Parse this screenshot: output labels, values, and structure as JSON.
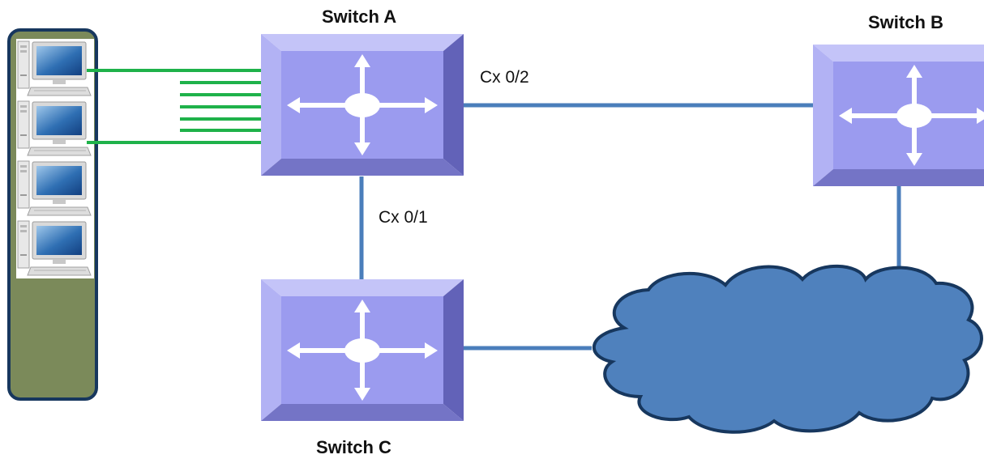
{
  "colors": {
    "link": "#4a7ebb",
    "access_link": "#1fb24a",
    "cloud": "#4f81bd",
    "cloud_stroke": "#17375e",
    "rack_fill": "#7b8a5a",
    "rack_stroke": "#17375e",
    "switch_face": "#9b9bef",
    "switch_top": "#c4c4f8",
    "switch_left": "#b2b2f4",
    "switch_right": "#6262b8",
    "switch_bottom": "#7474c6"
  },
  "switches": {
    "a": {
      "title": "Switch A",
      "icon": "switch-icon"
    },
    "b": {
      "title": "Switch B",
      "icon": "switch-icon"
    },
    "c": {
      "title": "Switch C",
      "icon": "switch-icon"
    }
  },
  "ports": {
    "a_to_c": "Cx 0/1",
    "a_to_b": "Cx 0/2"
  },
  "rack": {
    "icon": "server-rack-icon",
    "workstations": [
      "workstation-icon",
      "workstation-icon",
      "workstation-icon",
      "workstation-icon"
    ]
  },
  "cloud": {
    "icon": "cloud-icon"
  }
}
